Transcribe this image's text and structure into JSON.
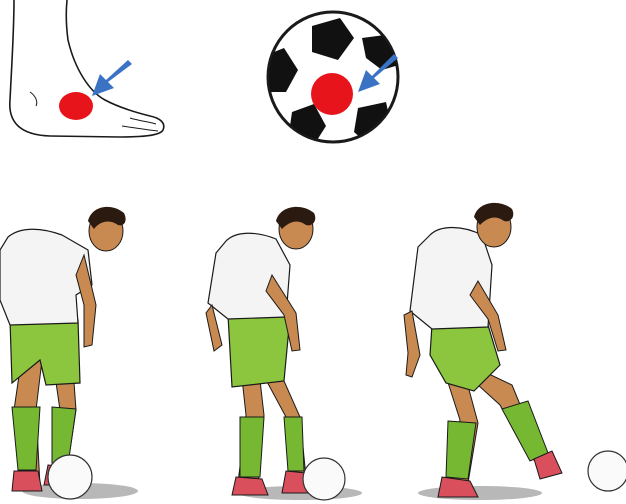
{
  "figure": {
    "panels": [
      {
        "name": "foot-contact-area",
        "marker_color": "#e8141c",
        "arrow_color": "#3a73c4"
      },
      {
        "name": "ball-contact-point",
        "marker_color": "#e8141c",
        "arrow_color": "#3a73c4"
      }
    ],
    "sequence": {
      "frames": 3
    },
    "colors": {
      "shirt": "#f4f4f4",
      "shorts": "#8cc63f",
      "socks": "#77b833",
      "boots": "#d94f5c",
      "skin": "#c98a52",
      "hair": "#2b1a10",
      "outline": "#1a1a1a",
      "shadow": "#b8b8b8"
    }
  }
}
